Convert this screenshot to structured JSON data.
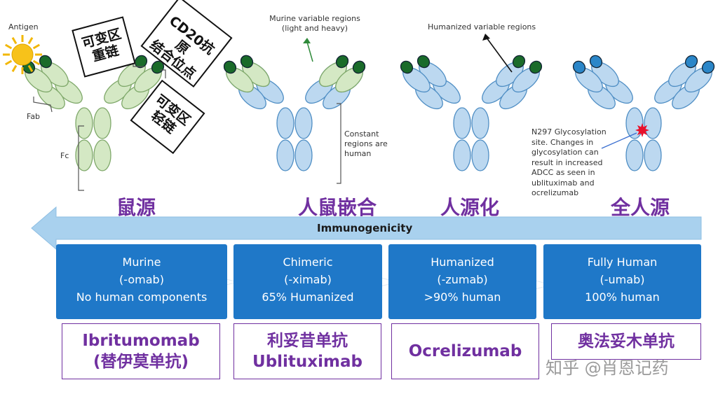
{
  "labels": {
    "antigen": "Antigen",
    "fab": "Fab",
    "fc": "Fc",
    "murine_var_line1": "Murine variable regions",
    "murine_var_line2": "(light and heavy)",
    "constant_line1": "Constant",
    "constant_line2": "regions are",
    "constant_line3": "human",
    "humanized_var": "Humanized variable regions",
    "n297": [
      "N297 Glycosylation",
      "site. Changes in",
      "glycosylation can",
      "result in increased",
      "ADCC as seen in",
      "ublituximab and",
      "ocrelizumab"
    ]
  },
  "tags": {
    "heavy_line1": "可变区",
    "heavy_line2": "重链",
    "cd20_line1": "CD20抗原",
    "cd20_line2": "结合位点",
    "light_line1": "可变区",
    "light_line2": "轻链"
  },
  "categories_cn": [
    "鼠源",
    "人鼠嵌合",
    "人源化",
    "全人源"
  ],
  "arrow_label": "Immunogenicity",
  "cards": [
    {
      "line1": "Murine",
      "line2": "(-omab)",
      "line3": "No human components"
    },
    {
      "line1": "Chimeric",
      "line2": "(-ximab)",
      "line3": "65% Humanized"
    },
    {
      "line1": "Humanized",
      "line2": "(-zumab)",
      "line3": ">90% human"
    },
    {
      "line1": "Fully Human",
      "line2": "(-umab)",
      "line3": "100% human"
    }
  ],
  "drugs": [
    {
      "line1": "Ibritumomab",
      "line2": "(替伊莫单抗)"
    },
    {
      "line1": "利妥昔单抗",
      "line2": "Ublituximab"
    },
    {
      "line1": "Ocrelizumab",
      "line2": ""
    },
    {
      "line1": "奥法妥木单抗",
      "line2": ""
    }
  ],
  "watermark": "知乎 @肖恩记药",
  "colors": {
    "murine_fill": "#d4e8c4",
    "murine_stroke": "#7fa86a",
    "human_fill": "#bcd8f0",
    "human_stroke": "#4f8ec4",
    "cdr_green": "#1a6b2a",
    "cdr_blue": "#2b86c8",
    "card_blue": "#1f78c8",
    "arrow_fill": "#a9d1ee",
    "purple": "#7030a0"
  }
}
